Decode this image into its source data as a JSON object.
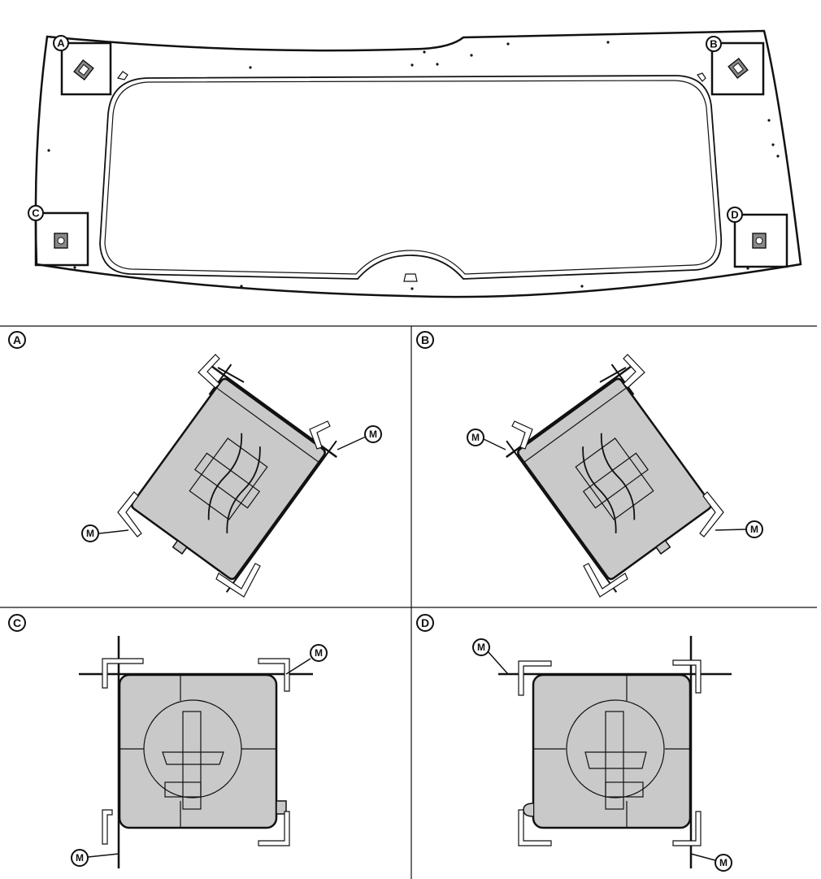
{
  "overview": {
    "callouts": [
      "A",
      "B",
      "C",
      "D"
    ]
  },
  "details": [
    {
      "id": "A",
      "marker": "M"
    },
    {
      "id": "B",
      "marker": "M"
    },
    {
      "id": "C",
      "marker": "M"
    },
    {
      "id": "D",
      "marker": "M"
    }
  ],
  "colors": {
    "line": "#111111",
    "clip_fill": "#c9c9c9",
    "background": "#ffffff"
  }
}
